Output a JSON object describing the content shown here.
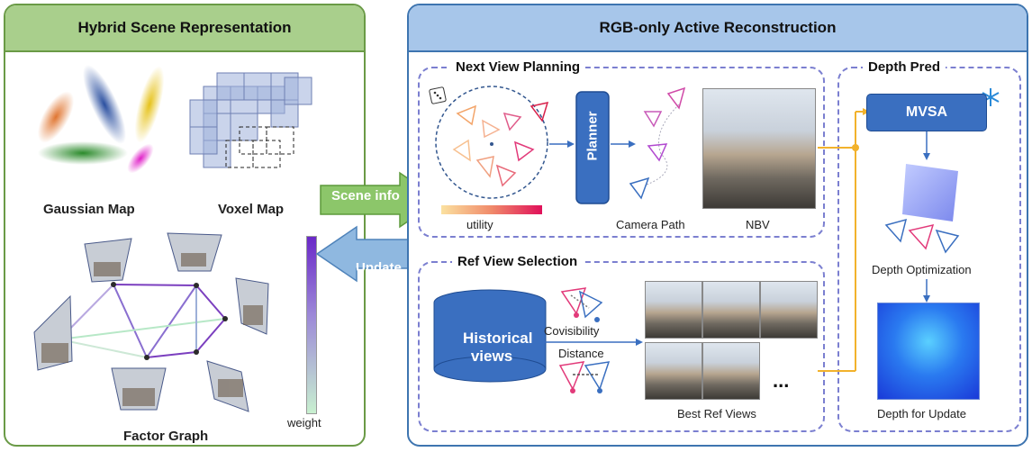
{
  "left": {
    "title": "Hybrid Scene Representation",
    "gaussian_label": "Gaussian Map",
    "voxel_label": "Voxel Map",
    "factor_label": "Factor Graph",
    "weight_label": "weight"
  },
  "right": {
    "title": "RGB-only Active Reconstruction",
    "nvp_title": "Next View Planning",
    "utility_label": "utility",
    "planner_label": "Planner",
    "camera_path_label": "Camera Path",
    "nbv_label": "NBV",
    "ref_title": "Ref View Selection",
    "historical_label_1": "Historical",
    "historical_label_2": "views",
    "covisibility_label": "Covisibility",
    "distance_label": "Distance",
    "best_ref_label": "Best Ref Views",
    "ellipsis": "...",
    "depth_title": "Depth Pred",
    "mvsa_label": "MVSA",
    "depth_opt_label": "Depth Optimization",
    "depth_update_label": "Depth for Update"
  },
  "arrows": {
    "scene_info": "Scene info",
    "update": "Update"
  },
  "colors": {
    "green_head": "#a9cf8c",
    "blue_head": "#a7c6ea",
    "block_blue": "#3a6fc0",
    "arrow_green": "#8cc66a",
    "arrow_blue": "#8fb8e0",
    "orange_line": "#f2b22c"
  }
}
